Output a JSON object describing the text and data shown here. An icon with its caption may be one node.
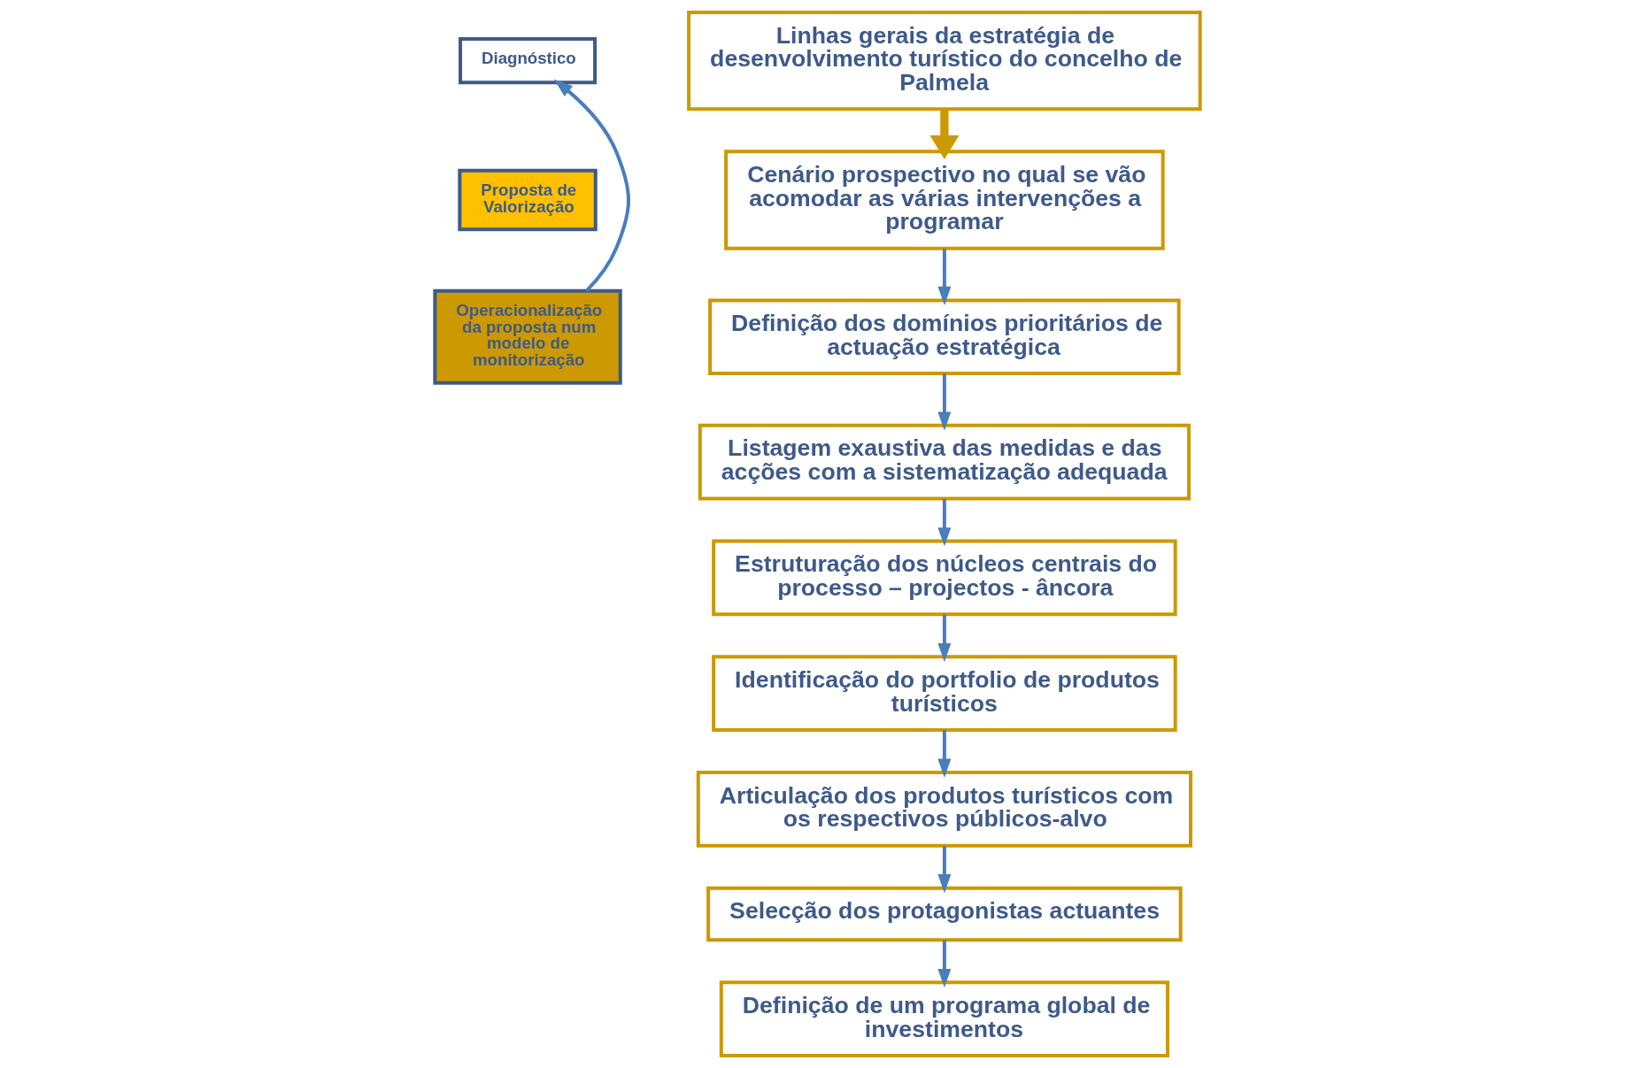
{
  "diagram": {
    "nodes": [
      {
        "text": [
          "Diagnóstico"
        ]
      },
      {
        "text": [
          "Proposta de Valorização"
        ]
      },
      {
        "text": [
          "Operacionalização da proposta num modelo de monitorização"
        ]
      },
      {
        "text": [
          "Linhas gerais da estratégia de desenvolvimento turístico do concelho de Palmela"
        ]
      },
      {
        "text": [
          "Cenário prospectivo no qual se vão acomodar as várias intervenções a programar"
        ]
      },
      {
        "text": [
          "Definição dos domínios prioritários de actuação estratégica"
        ]
      },
      {
        "text": [
          "Listagem exaustiva das medidas e das acções com a sistematização adequada"
        ]
      },
      {
        "text": [
          "Estruturação dos núcleos centrais do processo – projectos - âncora"
        ]
      },
      {
        "text": [
          "Identificação do portfolio de produtos turísticos"
        ]
      },
      {
        "text": [
          "Articulação dos produtos turísticos com os respectivos públicos-alvo"
        ]
      },
      {
        "text": [
          "Selecção dos protagonistas actuantes"
        ]
      },
      {
        "text": [
          "Definição de um programa global de investimentos"
        ]
      }
    ],
    "edges": [
      {
        "from": 2,
        "to": 0,
        "arrow": "to"
      },
      {
        "from": 3,
        "to": 4,
        "arrow": "to",
        "style": "thick",
        "color": "#cc9900"
      },
      {
        "from": 4,
        "to": 5,
        "arrow": "to"
      },
      {
        "from": 5,
        "to": 6,
        "arrow": "to"
      },
      {
        "from": 6,
        "to": 7,
        "arrow": "to"
      },
      {
        "from": 7,
        "to": 8,
        "arrow": "to"
      },
      {
        "from": 8,
        "to": 9,
        "arrow": "to"
      },
      {
        "from": 9,
        "to": 10,
        "arrow": "to"
      },
      {
        "from": 10,
        "to": 11,
        "arrow": "to"
      }
    ]
  }
}
